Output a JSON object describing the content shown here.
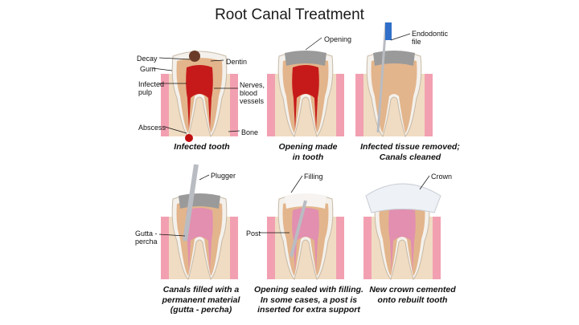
{
  "title": "Root Canal Treatment",
  "panels": [
    {
      "caption": "Infected tooth",
      "labels": [
        "Decay",
        "Gum",
        "Infected\npulp",
        "Abscess",
        "Dentin",
        "Nerves,\nblood\nvessels",
        "Bone"
      ]
    },
    {
      "caption": "Opening made\nin tooth",
      "labels": [
        "Opening"
      ]
    },
    {
      "caption": "Infected tissue removed;\nCanals cleaned",
      "labels": [
        "Endodontic\nfile"
      ]
    },
    {
      "caption": "Canals filled with a\npermanent material\n(gutta - percha)",
      "labels": [
        "Plugger",
        "Gutta -\npercha"
      ]
    },
    {
      "caption": "Opening sealed with filling.\nIn some cases, a post is\ninserted for extra support",
      "labels": [
        "Filling",
        "Post"
      ]
    },
    {
      "caption": "New crown cemented\nonto rebuilt tooth",
      "labels": [
        "Crown"
      ]
    }
  ],
  "colors": {
    "enamel": "#f4f1ec",
    "dentin": "#e3b58c",
    "bone": "#f0dcc3",
    "gum": "#f2a0b1",
    "pulp_infected": "#c61a1a",
    "pulp_healthy": "#f3a9c0",
    "gutta": "#e28fb0",
    "filling": "#f7f3f0",
    "metal": "#b9bcc2",
    "abscess": "#c01010"
  }
}
